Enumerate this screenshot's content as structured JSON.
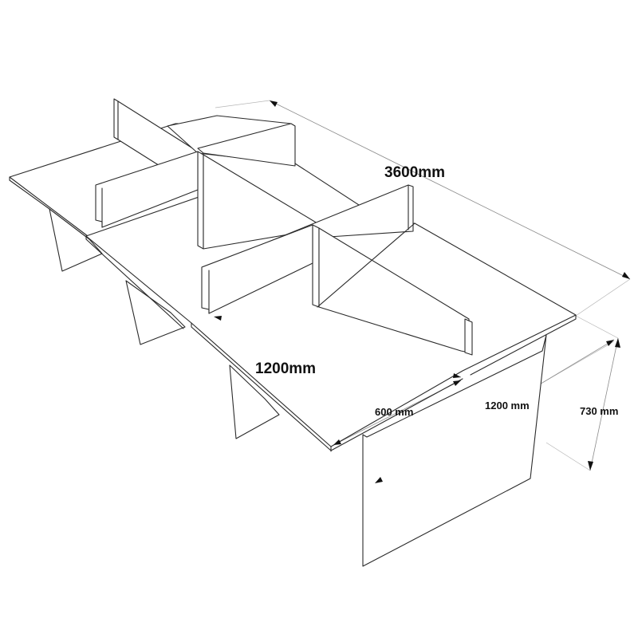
{
  "dimensions": {
    "overall_length": "3600mm",
    "desk_width": "1200mm",
    "desk_depth": "600 mm",
    "table_depth": "1200 mm",
    "height": "730 mm"
  }
}
